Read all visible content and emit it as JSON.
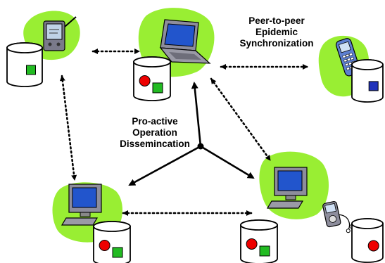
{
  "labels": {
    "sync": [
      "Peer-to-peer",
      "Epidemic",
      "Synchronization"
    ],
    "dissem": [
      "Pro-active",
      "Operation",
      "Dissemincation"
    ]
  },
  "nodes": [
    {
      "id": "pda",
      "device": "pda-icon",
      "databases": [
        {
          "marks": [
            "green"
          ]
        }
      ]
    },
    {
      "id": "laptop",
      "device": "laptop-icon",
      "databases": [
        {
          "marks": [
            "red",
            "green"
          ]
        }
      ]
    },
    {
      "id": "phone",
      "device": "cell-phone-icon",
      "databases": [
        {
          "marks": [
            "blue"
          ]
        }
      ]
    },
    {
      "id": "desktop-left",
      "device": "desktop-computer-icon",
      "databases": [
        {
          "marks": [
            "red",
            "green"
          ]
        }
      ]
    },
    {
      "id": "desktop-right",
      "device": "desktop-computer-icon",
      "databases": [
        {
          "marks": [
            "red",
            "green"
          ]
        },
        {
          "marks": [
            "red"
          ]
        }
      ],
      "extra_device": "music-player-icon"
    }
  ],
  "colors": {
    "blob": "#99ee33",
    "red": "#ee0000",
    "green": "#22bb22",
    "blue": "#2233bb",
    "screen": "#2255cc",
    "ink": "#000000"
  }
}
